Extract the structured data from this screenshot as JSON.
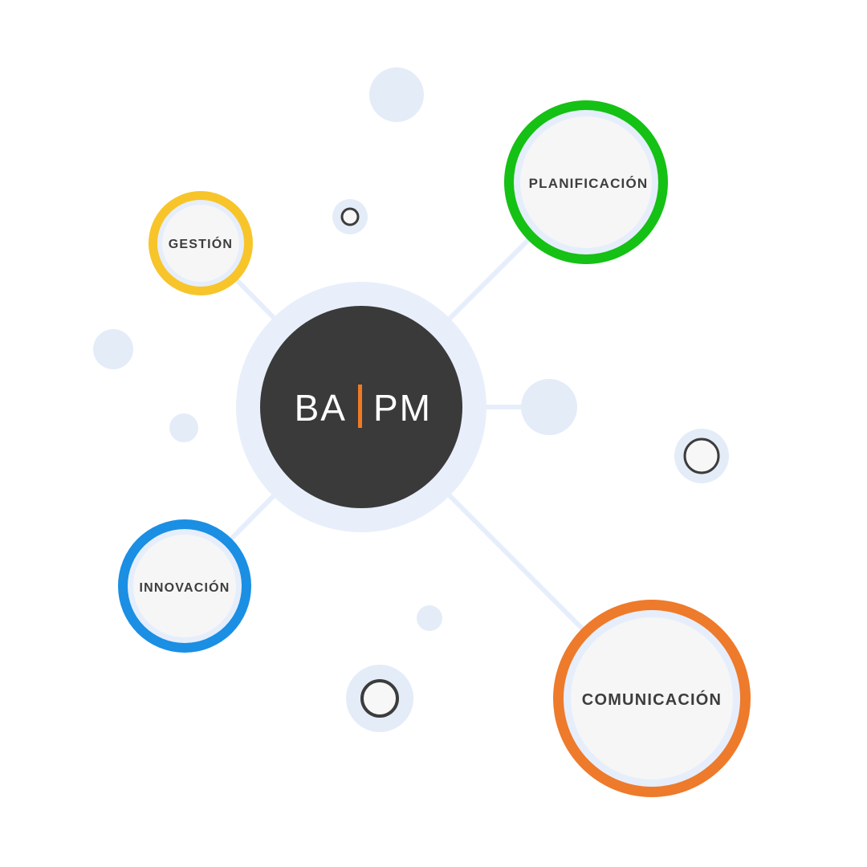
{
  "center": {
    "left_text": "BA",
    "right_text": "PM",
    "fill_color": "#3a3a3a",
    "divider_color": "#f07a23",
    "halo_color": "#e8effb"
  },
  "nodes": [
    {
      "id": "gestion",
      "label": "GESTIÓN",
      "ring_color": "#f7c52a"
    },
    {
      "id": "planificacion",
      "label": "PLANIFICACIÓN",
      "ring_color": "#14c114"
    },
    {
      "id": "innovacion",
      "label": "INNOVACIÓN",
      "ring_color": "#1a8fe3"
    },
    {
      "id": "comunicacion",
      "label": "COMUNICACIÓN",
      "ring_color": "#ee7a2b"
    }
  ],
  "colors": {
    "connector": "#e6eefb",
    "decor_dot": "#e4ecf8",
    "node_fill": "#f6f6f6",
    "node_inner_ring": "#e6eefb",
    "small_ring_stroke": "#3c3c3c"
  }
}
